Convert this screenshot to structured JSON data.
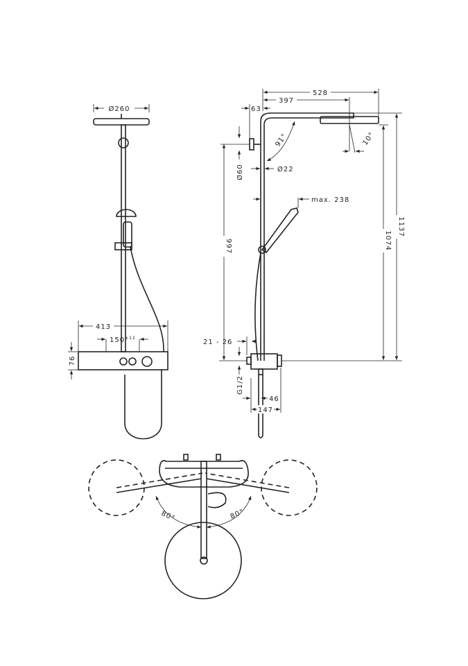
{
  "front_view": {
    "head_diameter": "Ø260",
    "thermostat_width": "413",
    "connection_spacing": "150",
    "connection_tolerance": "±12",
    "thermostat_height": "76"
  },
  "side_view": {
    "arm_reach": "528",
    "arm_to_head_center": "397",
    "wall_offset": "63",
    "arm_angle": "91°",
    "head_tilt": "10°",
    "bracket_diameter": "Ø60",
    "pipe_diameter": "Ø22",
    "hand_shower_max": "max. 238",
    "column_height": "997",
    "head_height": "1074",
    "total_height": "1137",
    "wall_distance_range": "21 - 26",
    "thread": "G1/2",
    "pipe_offset": "46",
    "thermostat_depth": "147"
  },
  "top_view": {
    "swivel_left": "80°",
    "swivel_right": "80°"
  }
}
